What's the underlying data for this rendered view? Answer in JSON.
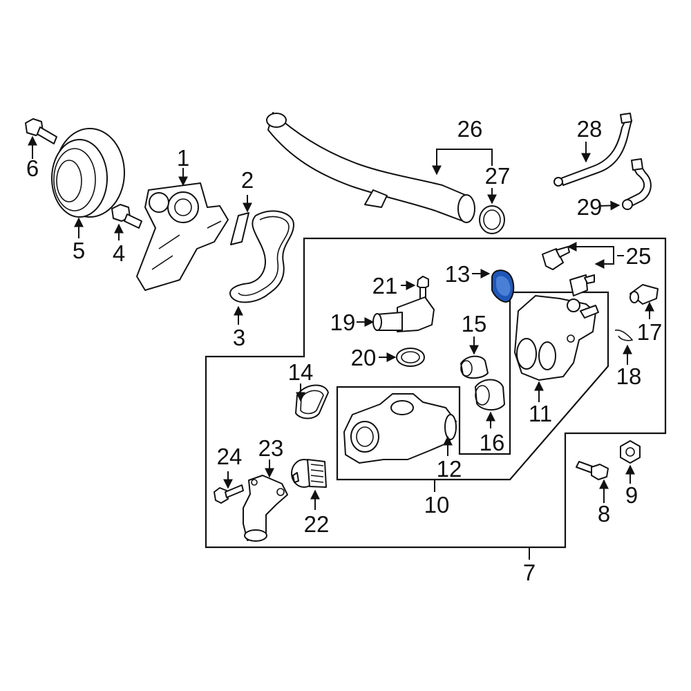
{
  "diagram": {
    "highlight_color": "#1f57b8",
    "line_color": "#111111",
    "callouts": {
      "c1": "1",
      "c2": "2",
      "c3": "3",
      "c4": "4",
      "c5": "5",
      "c6": "6",
      "c7": "7",
      "c8": "8",
      "c9": "9",
      "c10": "10",
      "c11": "11",
      "c12": "12",
      "c13": "13",
      "c14": "14",
      "c15": "15",
      "c16": "16",
      "c17": "17",
      "c18": "18",
      "c19": "19",
      "c20": "20",
      "c21": "21",
      "c22": "22",
      "c23": "23",
      "c24": "24",
      "c25": "25",
      "c26": "26",
      "c27": "27",
      "c28": "28",
      "c29": "29"
    },
    "highlighted_part": "13"
  }
}
